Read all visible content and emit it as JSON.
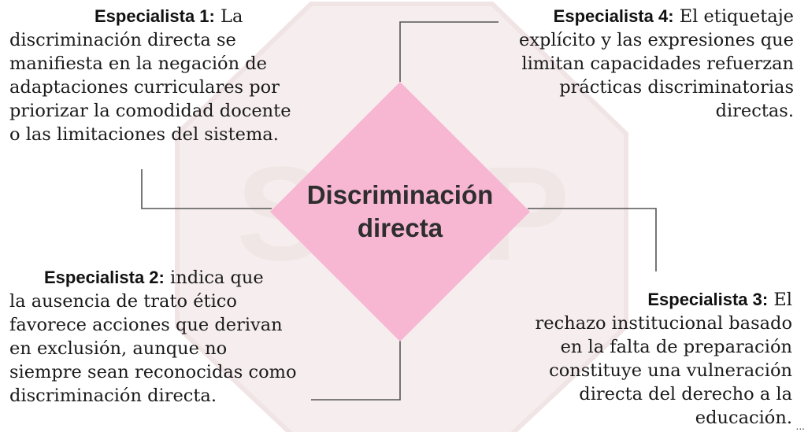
{
  "center": {
    "line1": "Discriminación",
    "line2": "directa"
  },
  "colors": {
    "diamond": "#f7b6d2",
    "watermark": "#f6eeee",
    "connector": "#555555"
  },
  "watermark_letters": [
    "S",
    "P"
  ],
  "specialists": {
    "s1": {
      "label": "Especialista 1:",
      "lines": [
        "La",
        "discriminación directa se",
        "manifiesta en la negación de",
        "adaptaciones curriculares por",
        "priorizar la comodidad docente",
        "o las limitaciones del sistema."
      ]
    },
    "s4": {
      "label": "Especialista 4:",
      "lines": [
        "El etiquetaje",
        "explícito y las expresiones que",
        "limitan capacidades refuerzan",
        "prácticas discriminatorias",
        "directas."
      ]
    },
    "s2": {
      "label": "Especialista 2:",
      "lines": [
        "indica que",
        "la ausencia de trato ético",
        "favorece acciones que derivan",
        "en exclusión, aunque no",
        "siempre sean reconocidas como",
        "discriminación directa."
      ]
    },
    "s3": {
      "label": "Especialista 3:",
      "lines": [
        "El",
        "rechazo institucional basado",
        "en la falta de preparación",
        "constituye una vulneración",
        "directa del derecho a la",
        "educación."
      ]
    }
  },
  "ellipsis": "..."
}
